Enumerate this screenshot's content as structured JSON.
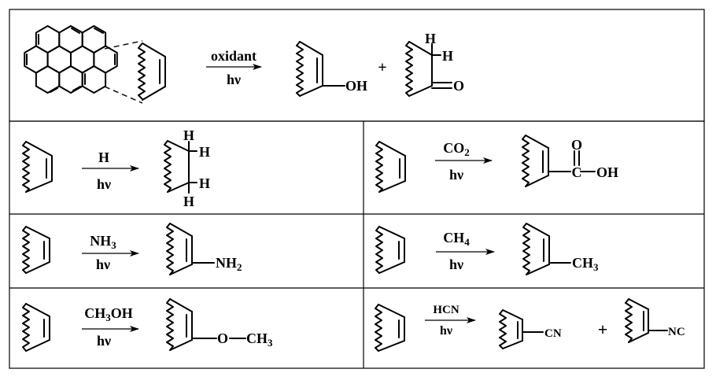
{
  "top": {
    "reagent": "oxidant",
    "condition": "hν",
    "product1": "OH",
    "plus": "+",
    "product2_h1": "H",
    "product2_h2": "H",
    "product2_o": "O"
  },
  "reactions": [
    {
      "reagent": "H",
      "condition": "hν",
      "labels": [
        "H",
        "H",
        "H",
        "H"
      ]
    },
    {
      "reagent_main": "CO",
      "reagent_sub": "2",
      "condition": "hν",
      "labels": [
        "O",
        "C",
        "OH"
      ]
    },
    {
      "reagent_main": "NH",
      "reagent_sub": "3",
      "condition": "hν",
      "label_main": "NH",
      "label_sub": "2"
    },
    {
      "reagent_main": "CH",
      "reagent_sub": "4",
      "condition": "hν",
      "label_main": "CH",
      "label_sub": "3"
    },
    {
      "reagent_main": "CH",
      "reagent_sub": "3",
      "reagent_tail": "OH",
      "condition": "hν",
      "label_pre": "O",
      "label_main": "CH",
      "label_sub": "3"
    },
    {
      "reagent": "HCN",
      "condition": "hν",
      "label1": "CN",
      "plus": "+",
      "label2": "NC"
    }
  ]
}
